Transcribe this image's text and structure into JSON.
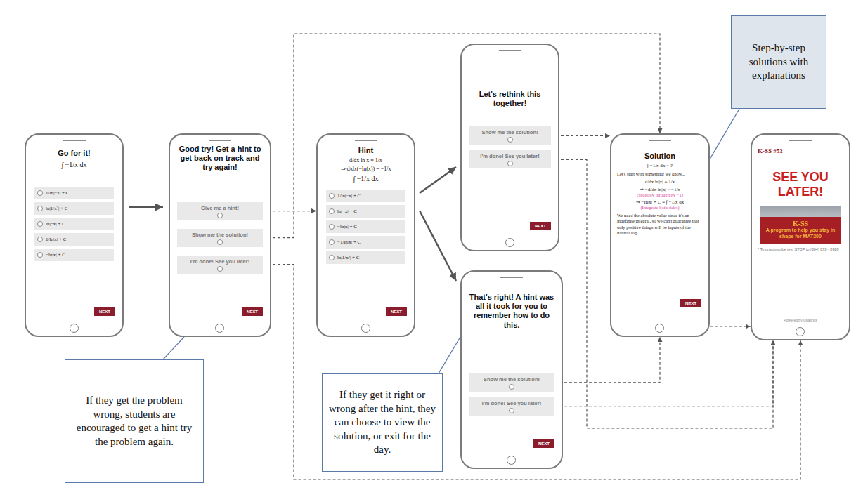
{
  "diagram": {
    "nodes": [
      {
        "text": [
          "Go for it!",
          "∫ −1/x dx"
        ]
      },
      {
        "text": [
          "1/ln|−x| + C"
        ],
        "in": 0
      },
      {
        "text": [
          "ln|1/x²| + C"
        ],
        "in": 0
      },
      {
        "text": [
          "ln|−x| + C"
        ],
        "in": 0
      },
      {
        "text": [
          "1/ln|x| + C"
        ],
        "in": 0
      },
      {
        "text": [
          "−ln|x| + C"
        ],
        "in": 0
      },
      {
        "text": [
          "NEXT"
        ],
        "in": 0
      },
      {
        "text": [
          "Good try! Get a hint to get back on track and try again!"
        ]
      },
      {
        "text": [
          "Give me a hint!"
        ],
        "in": 7
      },
      {
        "text": [
          "Show me the solution!"
        ],
        "in": 7
      },
      {
        "text": [
          "I'm done! See you later!"
        ],
        "in": 7
      },
      {
        "text": [
          "NEXT"
        ],
        "in": 7
      },
      {
        "text": [
          "Hint",
          "d/dx ln x = 1/x",
          "⇒ d/dx(−ln(x)) = −1/x",
          "∫ −1/x dx"
        ]
      },
      {
        "text": [
          "1/ln|−x| + C"
        ],
        "in": 12
      },
      {
        "text": [
          "ln|−x| + C"
        ],
        "in": 12
      },
      {
        "text": [
          "−ln|x| + C"
        ],
        "in": 12
      },
      {
        "text": [
          "−1/ln|x| + C"
        ],
        "in": 12
      },
      {
        "text": [
          "ln|1/x²| + C"
        ],
        "in": 12
      },
      {
        "text": [
          "NEXT"
        ],
        "in": 12
      },
      {
        "text": [
          "Let's rethink this together!"
        ]
      },
      {
        "text": [
          "Show me the solution!"
        ],
        "in": 19
      },
      {
        "text": [
          "I'm done! See you later!"
        ],
        "in": 19
      },
      {
        "text": [
          "NEXT"
        ],
        "in": 19
      },
      {
        "text": [
          "That's right! A hint was all it took for you to remember how to do this."
        ]
      },
      {
        "text": [
          "Show me the solution!"
        ],
        "in": 23
      },
      {
        "text": [
          "I'm done! See you later!"
        ],
        "in": 23
      },
      {
        "text": [
          "NEXT"
        ],
        "in": 23
      },
      {
        "text": [
          "Solution",
          "∫ −1/x dx = ?",
          "Let's start with something we know...",
          "d/dx ln|x| = 1/x",
          "⇒ −d/dx ln|x| = −1/x",
          "(Multiply through by −1)",
          "⇒ −ln|x| + C = ∫ −1/x dx",
          "(Integrate both sides)",
          "We need the absolute value since it's an indefinite integral, so we can't guarantee that only positive things will be inputs of the natural log."
        ]
      },
      {
        "text": [
          "NEXT"
        ],
        "in": 27
      },
      {
        "text": [
          "K-SS #53",
          "SEE YOU LATER!",
          "* To unsubscribe text STOP to (304) 878 - 8989",
          "Powered by Qualtrics"
        ]
      },
      {
        "text": [
          "K-SS",
          "A program to help you stay in shape for MAT200"
        ],
        "in": 29
      },
      {
        "text": [
          "Step-by-step solutions with explanations"
        ]
      },
      {
        "text": [
          "If they get the problem wrong, students are encouraged to get a hint try the problem again."
        ]
      },
      {
        "text": [
          "If they get it right or wrong after the hint, they can choose to view the solution, or exit for the day."
        ]
      }
    ],
    "edges": [
      {
        "from": 0,
        "to": 7,
        "arrow": "to"
      },
      {
        "from": 8,
        "to": 12,
        "arrow": "to"
      },
      {
        "from": 9,
        "to": 27,
        "arrow": "to"
      },
      {
        "from": 10,
        "to": 29,
        "arrow": "to"
      },
      {
        "from": 12,
        "to": 19,
        "arrow": "to"
      },
      {
        "from": 12,
        "to": 23,
        "arrow": "to"
      },
      {
        "from": 20,
        "to": 27,
        "arrow": "to"
      },
      {
        "from": 21,
        "to": 29,
        "arrow": "to"
      },
      {
        "from": 24,
        "to": 27,
        "arrow": "to"
      },
      {
        "from": 25,
        "to": 29,
        "arrow": "to"
      },
      {
        "from": 27,
        "to": 29,
        "arrow": "to"
      },
      {
        "from": 31,
        "to": 27,
        "arrow": "none"
      },
      {
        "from": 32,
        "to": 7,
        "arrow": "none"
      },
      {
        "from": 33,
        "to": 23,
        "arrow": "none"
      }
    ]
  }
}
